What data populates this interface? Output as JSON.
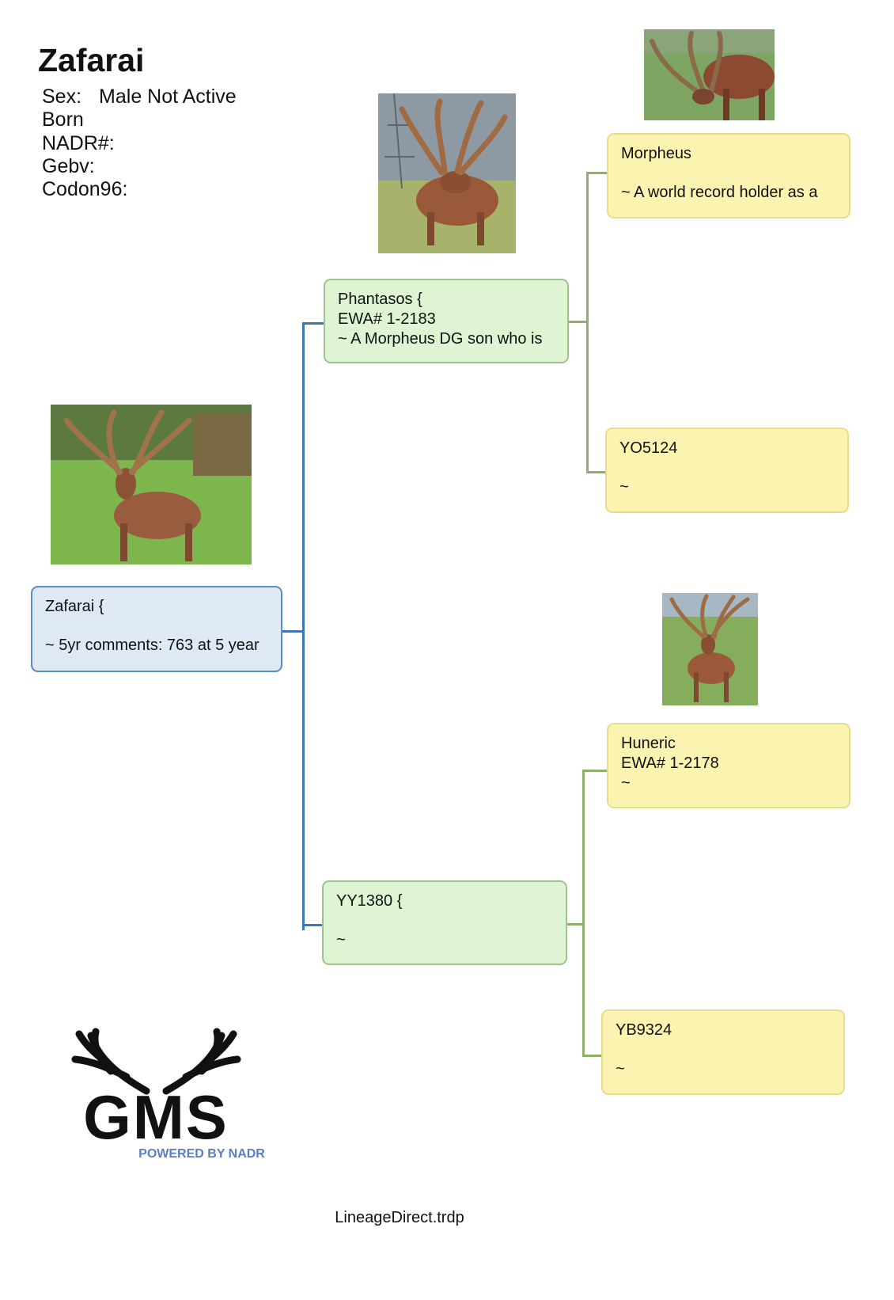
{
  "animal": {
    "name": "Zafarai",
    "sex_label": "Sex:",
    "sex_value": "Male Not Active",
    "born_label": "Born",
    "nadr_label": "NADR#:",
    "gebv_label": "Gebv:",
    "codon_label": "Codon96:"
  },
  "subject": {
    "line1": "Zafarai  {",
    "line2": "~ 5yr comments: 763 at 5 year"
  },
  "sire": {
    "line1": "Phantasos  {",
    "line2": "EWA# 1-2183",
    "line3": "~ A Morpheus DG son who is"
  },
  "dam": {
    "line1": "YY1380 {",
    "line2": "~"
  },
  "sire_sire": {
    "line1": "Morpheus",
    "line2": "~ A world record holder as a"
  },
  "sire_dam": {
    "line1": "YO5124",
    "line2": "~"
  },
  "dam_sire": {
    "line1": "Huneric",
    "line2": "EWA# 1-2178",
    "line3": "~"
  },
  "dam_dam": {
    "line1": "YB9324",
    "line2": "~"
  },
  "logo": {
    "text": "GMS",
    "tagline": "POWERED BY NADR"
  },
  "footer": "LineageDirect.trdp",
  "colors": {
    "subject_fill": "#dfe9f6",
    "parent_fill": "#dff4d2",
    "grand_fill": "#fbf3b0",
    "blue_line": "#3a77b8",
    "green_line": "#8fb06b"
  }
}
